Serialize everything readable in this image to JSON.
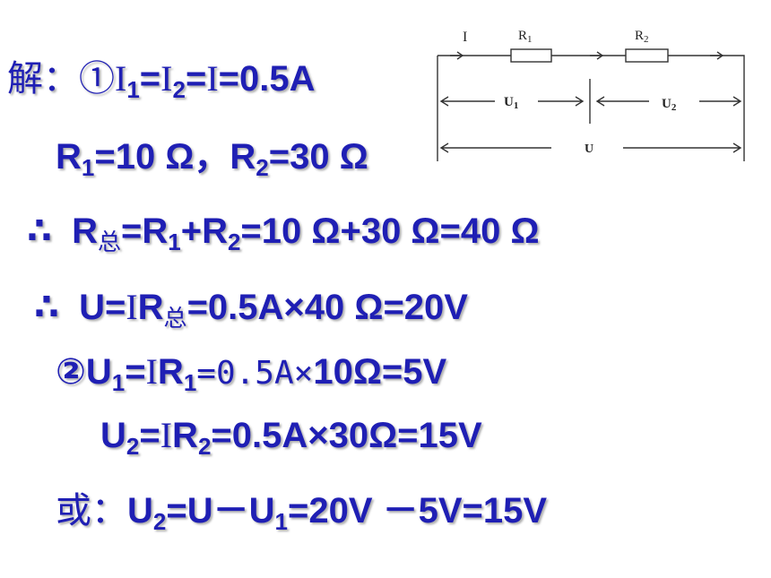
{
  "circuit": {
    "current_label": "I",
    "r1_label": "R",
    "r1_sub": "1",
    "r2_label": "R",
    "r2_sub": "2",
    "u1_label": "U",
    "u1_sub": "1",
    "u2_label": "U",
    "u2_sub": "2",
    "u_label": "U"
  },
  "line1": {
    "prefix": "解：①",
    "i": "I",
    "s1": "1",
    "eq1": "=",
    "i2": "I",
    "s2": "2",
    "eq2": "=",
    "i3": "I",
    "tail": "=0.5A"
  },
  "line2": {
    "r": "R",
    "s1": "1",
    "v1": "=10 Ω，",
    "r2": "R",
    "s2": "2",
    "v2": "=30 Ω"
  },
  "line3": {
    "therefore": "∴",
    "r": "R",
    "zong": "总",
    "eq": "=R",
    "s1": "1",
    "plus": "+R",
    "s2": "2",
    "tail": "=10 Ω+30 Ω=40 Ω"
  },
  "line4": {
    "therefore": "∴",
    "u": "U=",
    "i": "I",
    "r": "R",
    "zong": "总",
    "tail": "=0.5A×40 Ω=20V"
  },
  "line5": {
    "prefix": "②U",
    "s1": "1",
    "eq": "=",
    "i": "I",
    "r": "R",
    "s2": "1",
    "mid": "=0.5A×",
    "tail": "10Ω=5V"
  },
  "line6": {
    "u": "U",
    "s1": "2",
    "eq": "=",
    "i": "I",
    "r": "R",
    "s2": "2",
    "tail": "=0.5A×30Ω=15V"
  },
  "line7": {
    "prefix": "或：",
    "u": "U",
    "s1": "2",
    "mid": "=U－U",
    "s2": "1",
    "tail": "=20V －5V=15V"
  }
}
